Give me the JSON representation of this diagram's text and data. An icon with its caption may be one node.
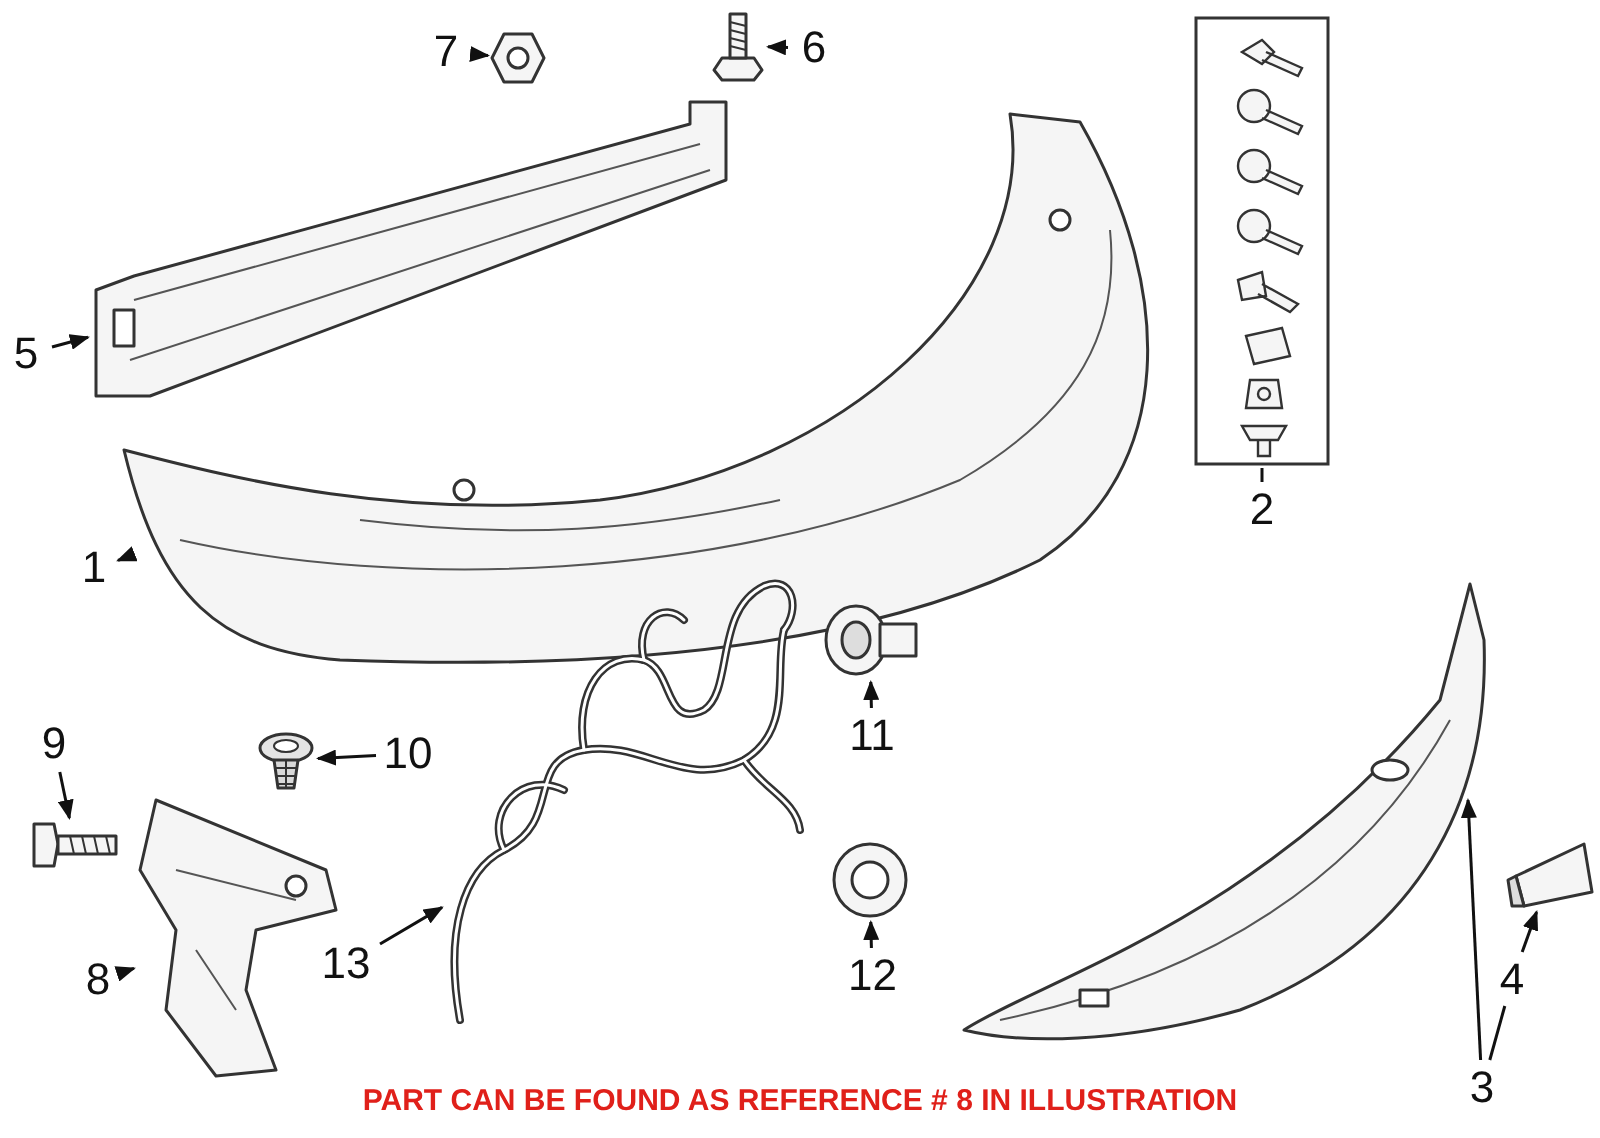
{
  "diagram": {
    "nodes": [
      {
        "text": [
          "7"
        ]
      },
      {
        "text": [],
        "shape": "picture"
      },
      {
        "text": [
          "6"
        ]
      },
      {
        "text": [],
        "shape": "picture"
      },
      {
        "text": [
          "5"
        ]
      },
      {
        "text": [],
        "shape": "picture"
      },
      {
        "text": [],
        "shape": "picture"
      },
      {
        "text": [
          "1"
        ]
      },
      {
        "text": [],
        "shape": "box"
      },
      {
        "text": [
          "2"
        ]
      },
      {
        "text": [
          "9"
        ]
      },
      {
        "text": [],
        "shape": "picture"
      },
      {
        "text": [],
        "shape": "picture"
      },
      {
        "text": [
          "8"
        ]
      },
      {
        "text": [
          "10"
        ]
      },
      {
        "text": [],
        "shape": "picture"
      },
      {
        "text": [],
        "shape": "picture"
      },
      {
        "text": [
          "13"
        ]
      },
      {
        "text": [],
        "shape": "picture"
      },
      {
        "text": [
          "11"
        ]
      },
      {
        "text": [],
        "shape": "picture"
      },
      {
        "text": [
          "12"
        ]
      },
      {
        "text": [],
        "shape": "picture"
      },
      {
        "text": [
          "4"
        ]
      },
      {
        "text": [],
        "shape": "picture"
      },
      {
        "text": [
          "3"
        ]
      }
    ],
    "edges": [
      {
        "from": 0,
        "to": 1,
        "arrow": "to"
      },
      {
        "from": 2,
        "to": 3,
        "arrow": "to"
      },
      {
        "from": 4,
        "to": 5,
        "arrow": "to"
      },
      {
        "from": 7,
        "to": 6,
        "arrow": "to"
      },
      {
        "from": 9,
        "to": 8,
        "arrow": "none"
      },
      {
        "from": 10,
        "to": 11,
        "arrow": "to"
      },
      {
        "from": 13,
        "to": 12,
        "arrow": "to"
      },
      {
        "from": 14,
        "to": 15,
        "arrow": "to"
      },
      {
        "from": 17,
        "to": 16,
        "arrow": "to"
      },
      {
        "from": 19,
        "to": 18,
        "arrow": "to"
      },
      {
        "from": 21,
        "to": 20,
        "arrow": "to"
      },
      {
        "from": 23,
        "to": 24,
        "arrow": "to"
      },
      {
        "from": 25,
        "to": 22,
        "arrow": "to"
      },
      {
        "from": 25,
        "to": 23,
        "arrow": "none"
      }
    ],
    "labels": [
      "PART CAN BE FOUND AS REFERENCE # 8 IN ILLUSTRATION"
    ]
  }
}
